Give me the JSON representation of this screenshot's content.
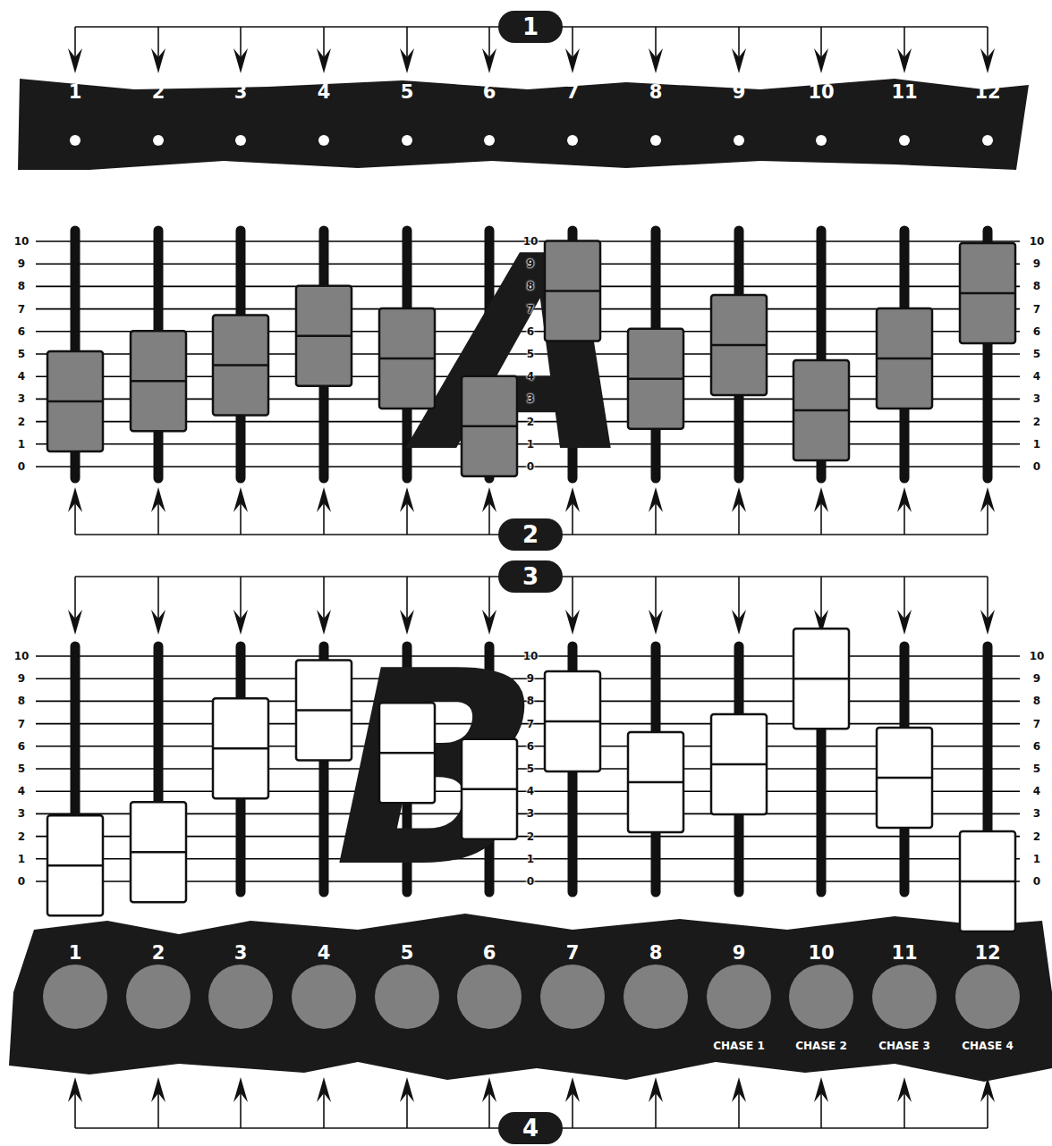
{
  "diagram": {
    "nodes": [
      {
        "text": [
          "1"
        ]
      },
      {
        "text": [
          "1",
          "2",
          "3",
          "4",
          "5",
          "6",
          "7",
          "8",
          "9",
          "10",
          "11",
          "12"
        ]
      },
      {
        "text": [
          "2"
        ]
      },
      {
        "text": [
          "3"
        ]
      },
      {
        "text": [
          "1",
          "2",
          "3",
          "4",
          "5",
          "6",
          "7",
          "8",
          "9",
          "10",
          "11",
          "12",
          "CHASE 1",
          "CHASE 2",
          "CHASE 3",
          "CHASE 4"
        ]
      },
      {
        "text": [
          "4"
        ]
      }
    ],
    "labels": [
      "10",
      "9",
      "8",
      "7",
      "6",
      "5",
      "4",
      "3",
      "2",
      "1",
      "0",
      "10",
      "9",
      "8",
      "7",
      "6",
      "5",
      "4",
      "3",
      "2",
      "1",
      "0",
      "10",
      "9",
      "8",
      "7",
      "6",
      "5",
      "4",
      "3",
      "2",
      "1",
      "0",
      "A",
      "10",
      "9",
      "8",
      "7",
      "6",
      "5",
      "4",
      "3",
      "2",
      "1",
      "0",
      "10",
      "9",
      "8",
      "7",
      "6",
      "5",
      "4",
      "3",
      "2",
      "1",
      "0",
      "10",
      "9",
      "8",
      "7",
      "6",
      "5",
      "4",
      "3",
      "2",
      "1",
      "0",
      "B"
    ]
  }
}
